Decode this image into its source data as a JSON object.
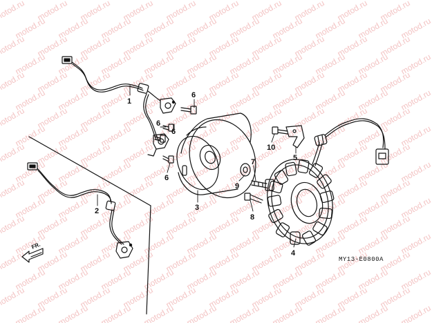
{
  "watermark": {
    "text": "motod.ru"
  },
  "callouts": {
    "c1": "1",
    "c2": "2",
    "c3": "3",
    "c4": "4",
    "c5": "5",
    "c6a": "6",
    "c6b": "6",
    "c6c": "6",
    "c6d": "6",
    "c7": "7",
    "c8": "8",
    "c9": "9",
    "c10": "10"
  },
  "direction_label": "FR.",
  "drawing_code": "MY13-E0800A"
}
